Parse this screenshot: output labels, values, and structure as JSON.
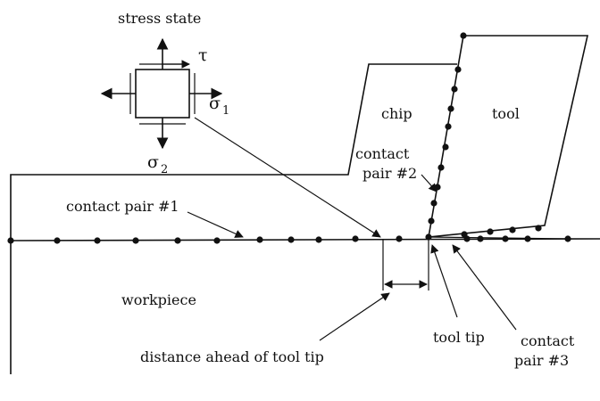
{
  "labels": {
    "stress_state": "stress state",
    "tau": "τ",
    "sigma": "σ",
    "sigma1_sub": "1",
    "sigma2_sub": "2",
    "chip": "chip",
    "tool": "tool",
    "contact_pair_1": "contact pair #1",
    "contact_pair_2_line1": "contact",
    "contact_pair_2_line2": "pair #2",
    "contact_pair_3_line1": "contact",
    "contact_pair_3_line2": "pair #3",
    "workpiece": "workpiece",
    "distance_ahead": "distance ahead of tool tip",
    "tool_tip": "tool tip"
  }
}
